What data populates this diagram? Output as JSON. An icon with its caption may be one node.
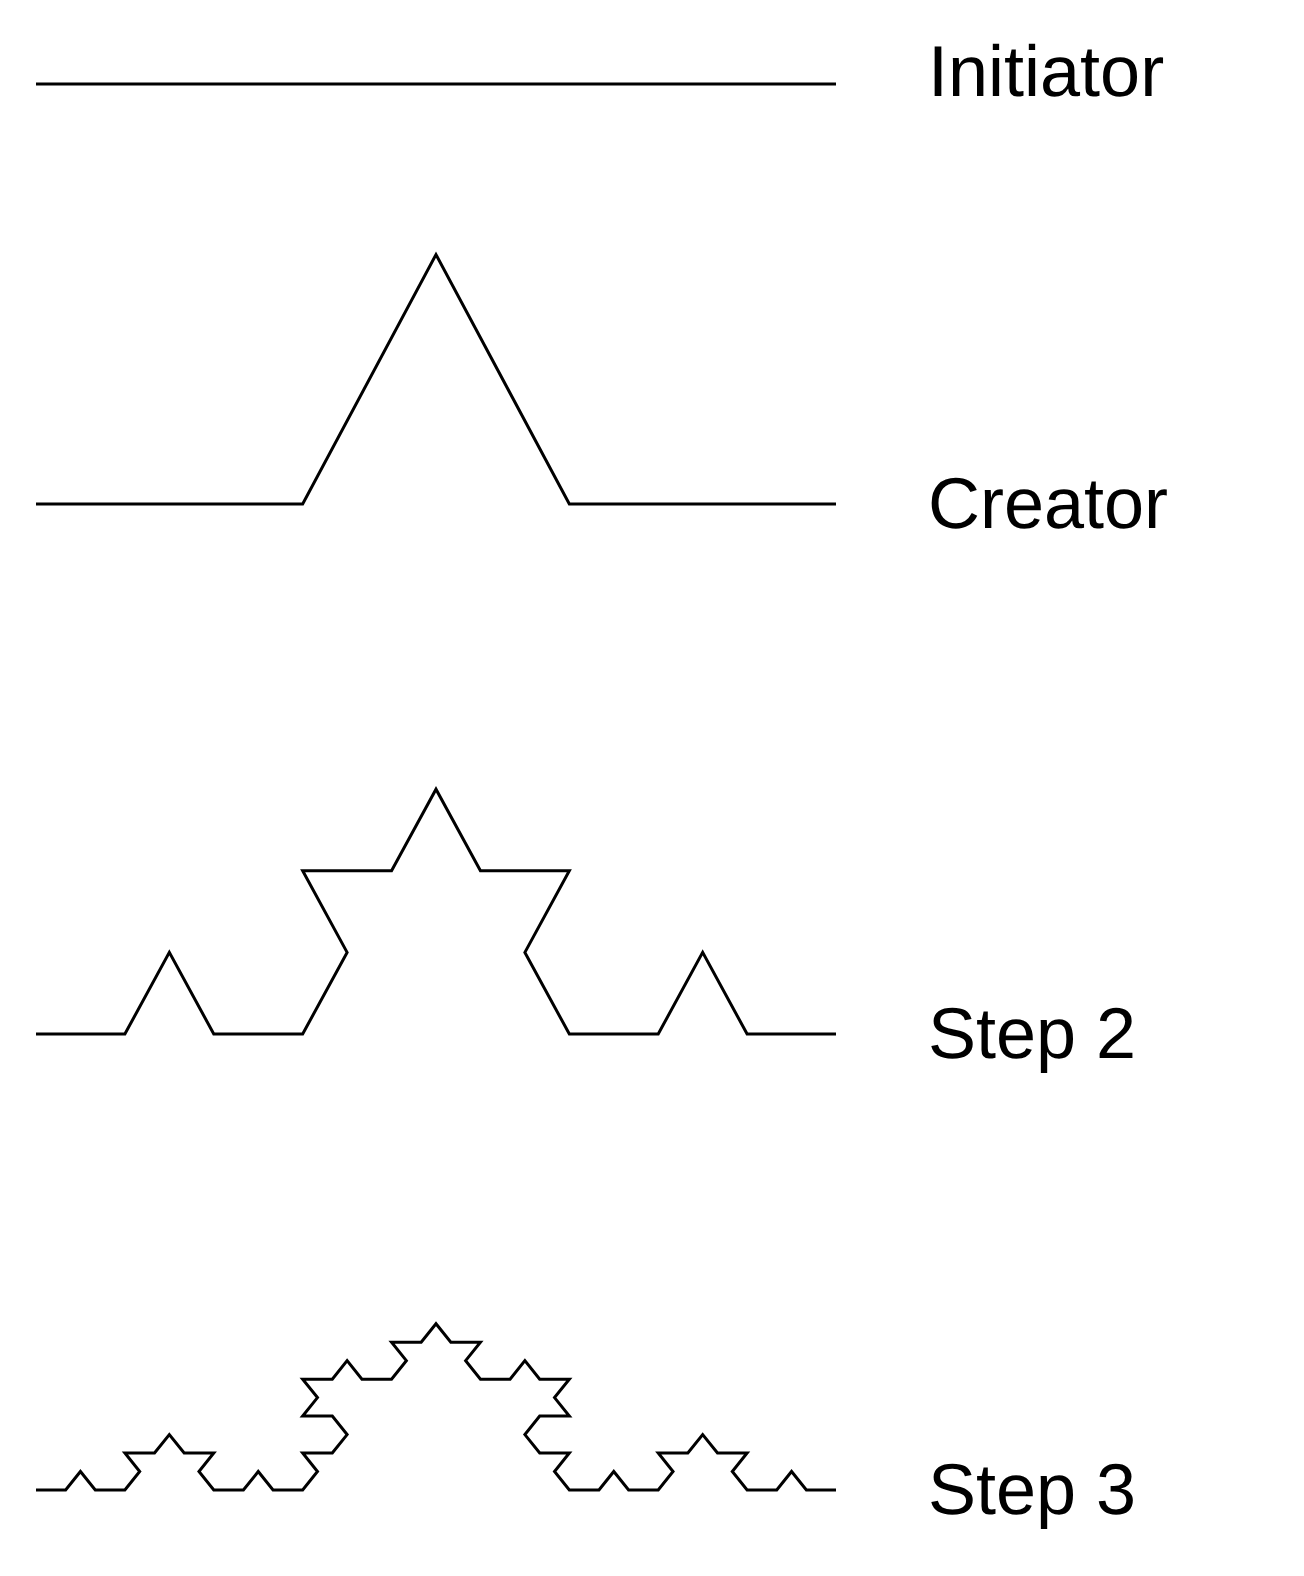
{
  "diagram": {
    "labels": [
      "Initiator",
      "Creator",
      "Step 2",
      "Step 3"
    ]
  }
}
